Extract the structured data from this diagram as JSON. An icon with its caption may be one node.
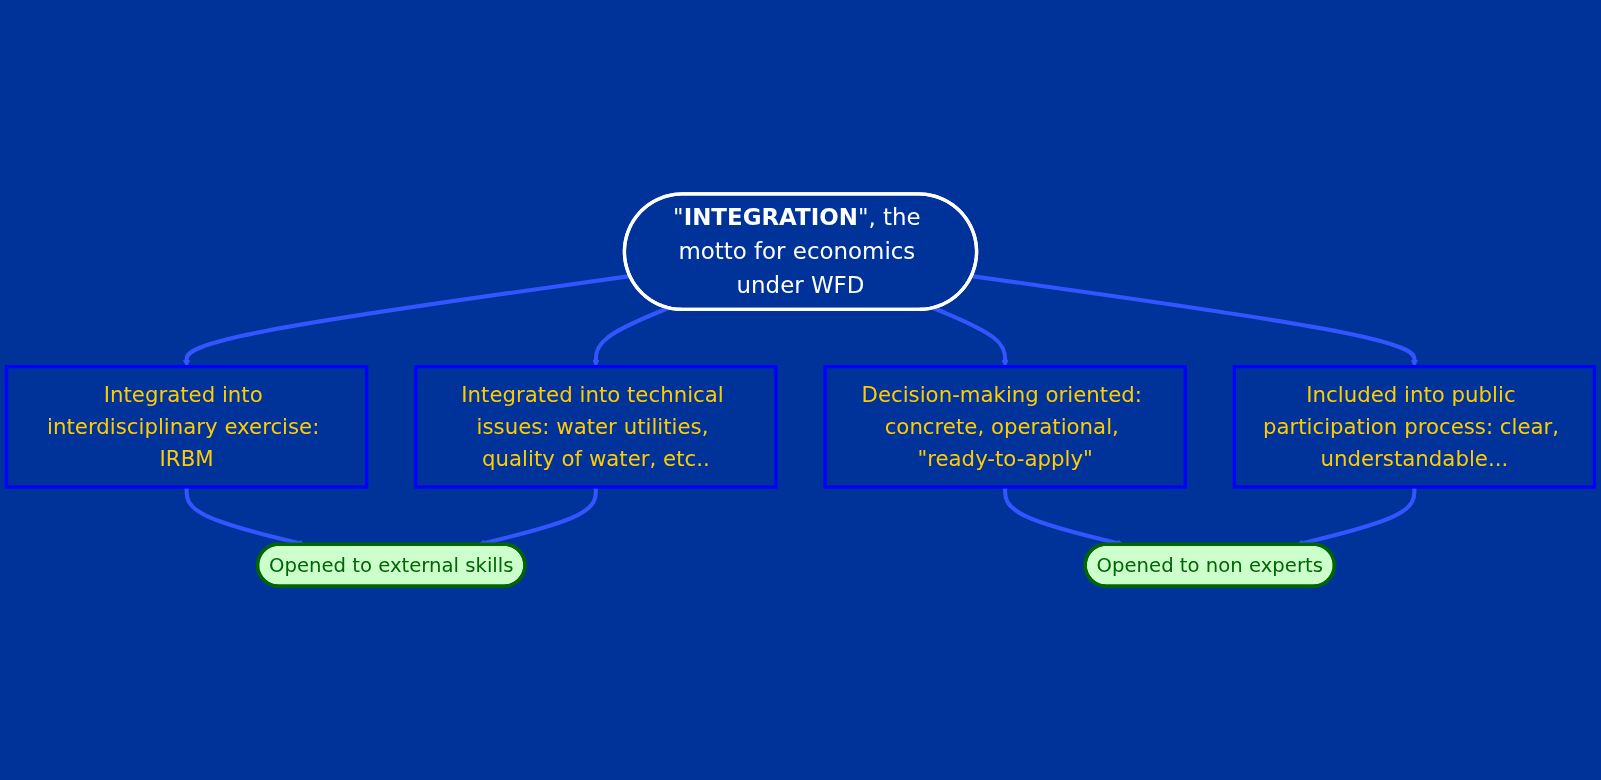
{
  "diagram": {
    "nodes": [
      {
        "text": [
          "Integrated into interdisciplinary exercise: IRBM"
        ]
      },
      {
        "text": [
          "Decision-making oriented: concrete, operational, \"ready-to-apply\""
        ]
      },
      {
        "text": [
          "Opened to external skills"
        ]
      },
      {
        "text": [
          "\"**INTEGRATION**\", the motto for economics under WFD"
        ]
      },
      {
        "text": [
          "Opened to non experts"
        ]
      },
      {
        "text": [
          "Integrated into technical issues: water utilities, quality of water, etc.."
        ]
      },
      {
        "text": [
          "Included into public participation process: clear, understandable..."
        ]
      }
    ],
    "edges": [
      {
        "from": 0,
        "to": 2,
        "arrow": "to"
      },
      {
        "from": 1,
        "to": 4,
        "arrow": "to"
      },
      {
        "from": 5,
        "to": 2,
        "arrow": "to"
      },
      {
        "from": 6,
        "to": 4,
        "arrow": "to"
      },
      {
        "from": 3,
        "to": 0,
        "arrow": "to"
      },
      {
        "from": 3,
        "to": 1,
        "arrow": "to"
      },
      {
        "from": 3,
        "to": 5,
        "arrow": "to"
      },
      {
        "from": 3,
        "to": 6,
        "arrow": "to"
      }
    ]
  }
}
